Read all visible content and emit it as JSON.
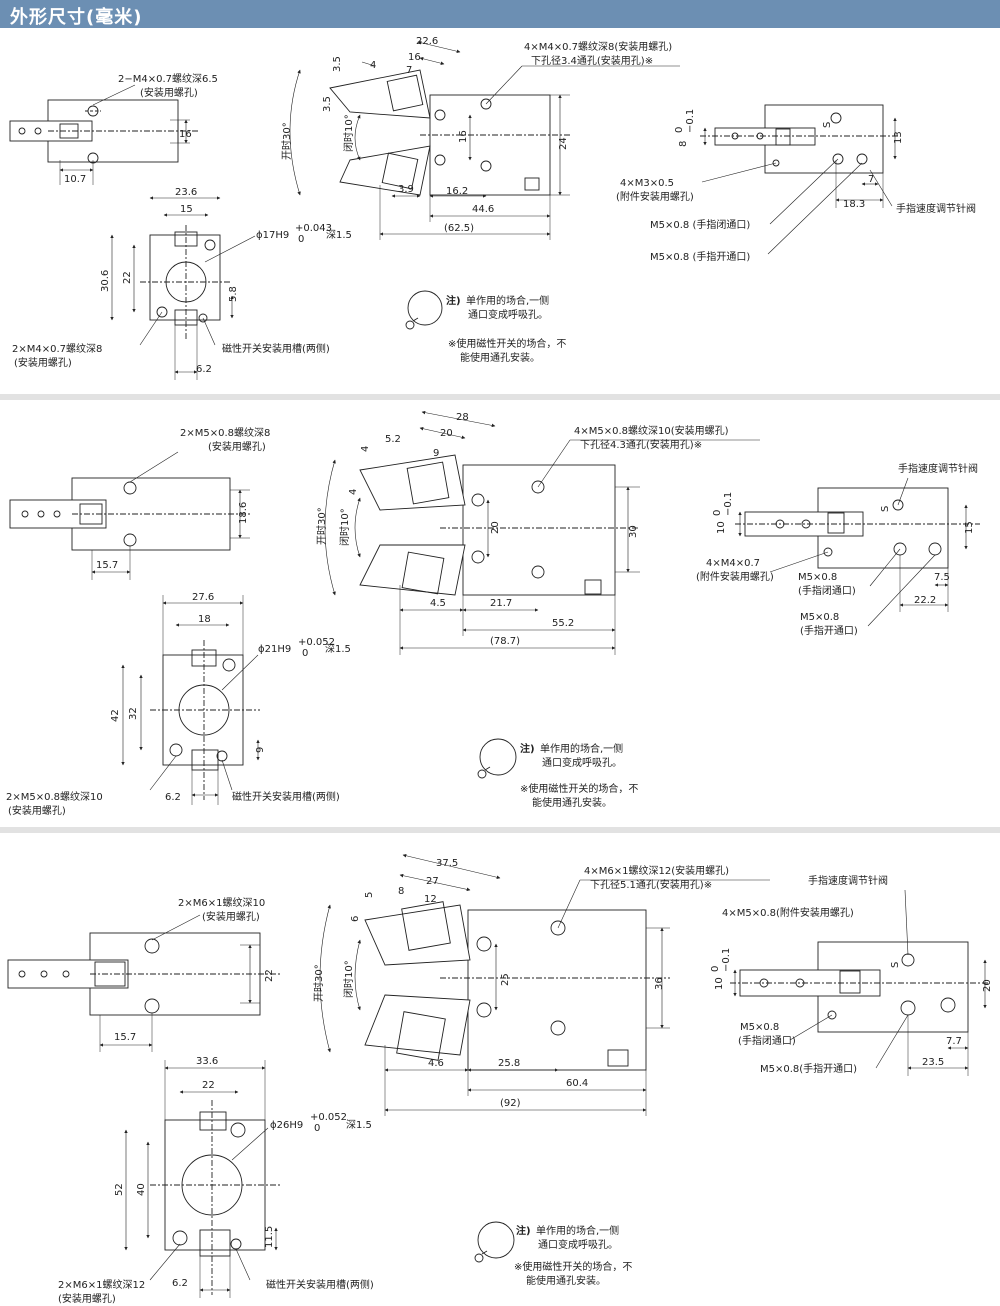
{
  "header": {
    "title": "外形尺寸(毫米)"
  },
  "sections": [
    {
      "dims": {
        "side_thread": "2−M4×0.7螺纹深6.5",
        "side_thread_note": "(安装用螺孔)",
        "side_16": "16",
        "side_10_7": "10.7",
        "front_23_6": "23.6",
        "front_15": "15",
        "front_30_6": "30.6",
        "front_22": "22",
        "front_5_8": "5.8",
        "front_6_2": "6.2",
        "bore_label": "ϕ17H9",
        "bore_tol_up": "+0.043",
        "bore_tol_lo": "0",
        "bore_depth": "深1.5",
        "front_thread": "2×M4×0.7螺纹深8",
        "front_thread_note": "(安装用螺孔)",
        "switch_slot": "磁性开关安装用槽(两侧)",
        "mid_22_6": "22.6",
        "mid_16a": "16",
        "mid_7": "7",
        "mid_4": "4",
        "mid_3_5a": "3.5",
        "mid_3_5b": "3.5",
        "open_angle": "开时30°",
        "close_angle": "闭时10°",
        "mid_16b": "16",
        "mid_24": "24",
        "mid_3_9": "3.9",
        "mid_16_2": "16.2",
        "mid_44_6": "44.6",
        "mid_62_5": "(62.5)",
        "top_thread": "4×M4×0.7螺纹深8(安装用螺孔)",
        "top_thread_2": "下孔径3.4通孔(安装用孔)※",
        "r_8": "8",
        "r_8_tol_up": "0",
        "r_8_tol_lo": "−0.1",
        "r_13": "13",
        "r_7": "7",
        "r_18_3": "18.3",
        "r_s": "S",
        "r_thread": "4×M3×0.5",
        "r_thread_note": "(附件安装用螺孔)",
        "r_port_close": "M5×0.8 (手指闭通口)",
        "r_port_open": "M5×0.8 (手指开通口)",
        "r_needle": "手指速度调节针阀"
      },
      "notes": {
        "note_label": "注)",
        "note_1": "单作用的场合,一侧",
        "note_2": "通口变成呼吸孔。",
        "note_3": "※使用磁性开关的场合，不",
        "note_4": "能使用通孔安装。"
      }
    },
    {
      "dims": {
        "side_thread": "2×M5×0.8螺纹深8",
        "side_thread_note": "(安装用螺孔)",
        "side_18_6": "18.6",
        "side_15_7": "15.7",
        "front_27_6": "27.6",
        "front_18": "18",
        "front_42": "42",
        "front_32": "32",
        "front_9": "9",
        "front_6_2": "6.2",
        "bore_label": "ϕ21H9",
        "bore_tol_up": "+0.052",
        "bore_tol_lo": "0",
        "bore_depth": "深1.5",
        "front_thread": "2×M5×0.8螺纹深10",
        "front_thread_note": "(安装用螺孔)",
        "switch_slot": "磁性开关安装用槽(两侧)",
        "mid_28": "28",
        "mid_20a": "20",
        "mid_9": "9",
        "mid_5_2": "5.2",
        "mid_4a": "4",
        "mid_4b": "4",
        "open_angle": "开时30°",
        "close_angle": "闭时10°",
        "mid_20b": "20",
        "mid_30": "30",
        "mid_4_5": "4.5",
        "mid_21_7": "21.7",
        "mid_55_2": "55.2",
        "mid_78_7": "(78.7)",
        "top_thread": "4×M5×0.8螺纹深10(安装用螺孔)",
        "top_thread_2": "下孔径4.3通孔(安装用孔)※",
        "r_needle": "手指速度调节针阀",
        "r_10": "10",
        "r_10_tol_up": "0",
        "r_10_tol_lo": "−0.1",
        "r_15": "15",
        "r_7_5": "7.5",
        "r_22_2": "22.2",
        "r_s": "S",
        "r_thread": "4×M4×0.7",
        "r_thread_note": "(附件安装用螺孔)",
        "r_port_close": "M5×0.8",
        "r_port_close_note": "(手指闭通口)",
        "r_port_open": "M5×0.8",
        "r_port_open_note": "(手指开通口)"
      },
      "notes": {
        "note_label": "注)",
        "note_1": "单作用的场合,一侧",
        "note_2": "通口变成呼吸孔。",
        "note_3": "※使用磁性开关的场合，不",
        "note_4": "能使用通孔安装。"
      }
    },
    {
      "dims": {
        "side_thread": "2×M6×1螺纹深10",
        "side_thread_note": "(安装用螺孔)",
        "side_22": "22",
        "side_15_7": "15.7",
        "front_33_6": "33.6",
        "front_22": "22",
        "front_52": "52",
        "front_40": "40",
        "front_11_5": "11.5",
        "front_6_2": "6.2",
        "bore_label": "ϕ26H9",
        "bore_tol_up": "+0.052",
        "bore_tol_lo": "0",
        "bore_depth": "深1.5",
        "front_thread": "2×M6×1螺纹深12",
        "front_thread_note": "(安装用螺孔)",
        "switch_slot": "磁性开关安装用槽(两侧)",
        "mid_37_5": "37.5",
        "mid_27": "27",
        "mid_12": "12",
        "mid_8": "8",
        "mid_5": "5",
        "mid_6": "6",
        "open_angle": "开时30°",
        "close_angle": "闭时10°",
        "mid_25": "25",
        "mid_36": "36",
        "mid_4_6": "4.6",
        "mid_25_8": "25.8",
        "mid_60_4": "60.4",
        "mid_92": "(92)",
        "top_thread": "4×M6×1螺纹深12(安装用螺孔)",
        "top_thread_2": "下孔径5.1通孔(安装用孔)※",
        "r_needle": "手指速度调节针阀",
        "r_thread": "4×M5×0.8(附件安装用螺孔)",
        "r_10": "10",
        "r_10_tol_up": "0",
        "r_10_tol_lo": "−0.1",
        "r_20": "20",
        "r_7_7": "7.7",
        "r_23_5": "23.5",
        "r_s": "S",
        "r_port_close": "M5×0.8",
        "r_port_close_note": "(手指闭通口)",
        "r_port_open": "M5×0.8(手指开通口)"
      },
      "notes": {
        "note_label": "注)",
        "note_1": "单作用的场合,一侧",
        "note_2": "通口变成呼吸孔。",
        "note_3": "※使用磁性开关的场合，不",
        "note_4": "能使用通孔安装。"
      }
    }
  ]
}
